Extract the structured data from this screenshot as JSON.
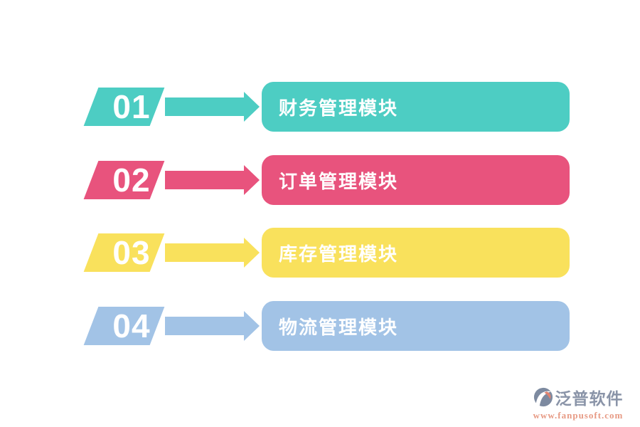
{
  "page": {
    "background_color": "#FFFFFF"
  },
  "steps": [
    {
      "number": "01",
      "label": "财务管理模块",
      "color": "#4DCDC3"
    },
    {
      "number": "02",
      "label": "订单管理模块",
      "color": "#E8537D"
    },
    {
      "number": "03",
      "label": "库存管理模块",
      "color": "#F9E15C"
    },
    {
      "number": "04",
      "label": "物流管理模块",
      "color": "#A2C3E6"
    }
  ],
  "watermark": {
    "brand": "泛普软件",
    "url": "www.fanpusoft.com",
    "brand_color": "#8A94A8",
    "url_color": "#E79A84",
    "logo_color": "#7D8AA0",
    "logo_accent_color": "#DF8270"
  }
}
